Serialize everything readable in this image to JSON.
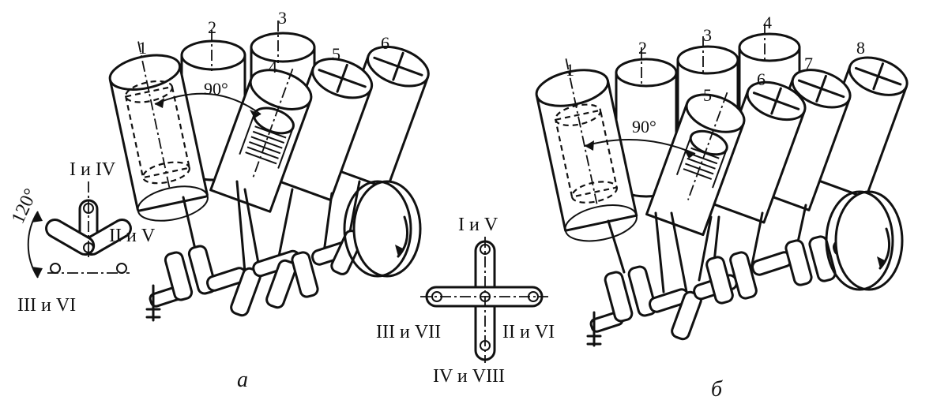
{
  "figure_a": {
    "cylinder_labels": [
      "1",
      "2",
      "3",
      "4",
      "5",
      "6"
    ],
    "bank_angle": "90°",
    "crank_diagram": {
      "angle": "120°",
      "top": "I и IV",
      "right": "II и V",
      "bottom_left": "III и VI"
    },
    "caption": "а"
  },
  "figure_b": {
    "cylinder_labels": [
      "1",
      "2",
      "3",
      "4",
      "5",
      "6",
      "7",
      "8"
    ],
    "bank_angle": "90°",
    "crank_diagram": {
      "top": "I и V",
      "left": "III и VII",
      "right": "II и VI",
      "bottom": "IV и VIII"
    },
    "caption": "б"
  }
}
